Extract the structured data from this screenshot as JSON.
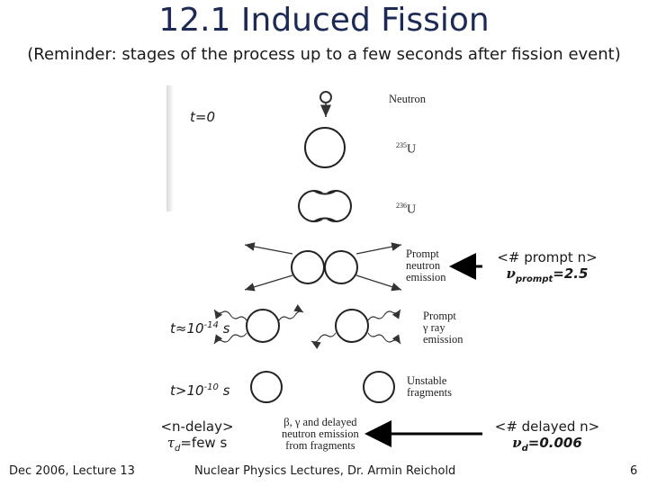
{
  "title": "12.1 Induced Fission",
  "subtitle": "(Reminder: stages of the process up to a few seconds after fission event)",
  "diagram": {
    "neutron_label": "Neutron",
    "u235_mass": "235",
    "u235_symbol": "U",
    "u236_mass": "236",
    "u236_symbol": "U",
    "prompt_neutron_label": [
      "Prompt",
      "neutron",
      "emission"
    ],
    "prompt_gamma_label": [
      "Prompt",
      "γ ray",
      "emission"
    ],
    "unstable_label": [
      "Unstable",
      "fragments"
    ],
    "delayed_label": [
      "β, γ and delayed",
      "neutron emission",
      "from fragments"
    ]
  },
  "times": {
    "t0": "t=0",
    "t14_prefix": "t≈10",
    "t14_exp": "-14",
    "t14_unit": " s",
    "t10_prefix": "t>10",
    "t10_exp": "-10",
    "t10_unit": " s"
  },
  "notes": {
    "prompt_line1": "<# prompt n>",
    "prompt_nu": "ν",
    "prompt_sub": "prompt",
    "prompt_value": "=2.5",
    "delayed_line1": "<# delayed n>",
    "delayed_nu": "ν",
    "delayed_sub": "d",
    "delayed_value": "=0.006",
    "ndelay_line1": "<n-delay>",
    "ndelay_tau": "τ",
    "ndelay_sub": "d",
    "ndelay_value": "=few s"
  },
  "footer": {
    "left": "Dec 2006, Lecture 13",
    "center": "Nuclear Physics Lectures, Dr. Armin Reichold",
    "page": "6"
  },
  "colors": {
    "title": "#1c2a55",
    "arrow": "#000000"
  }
}
